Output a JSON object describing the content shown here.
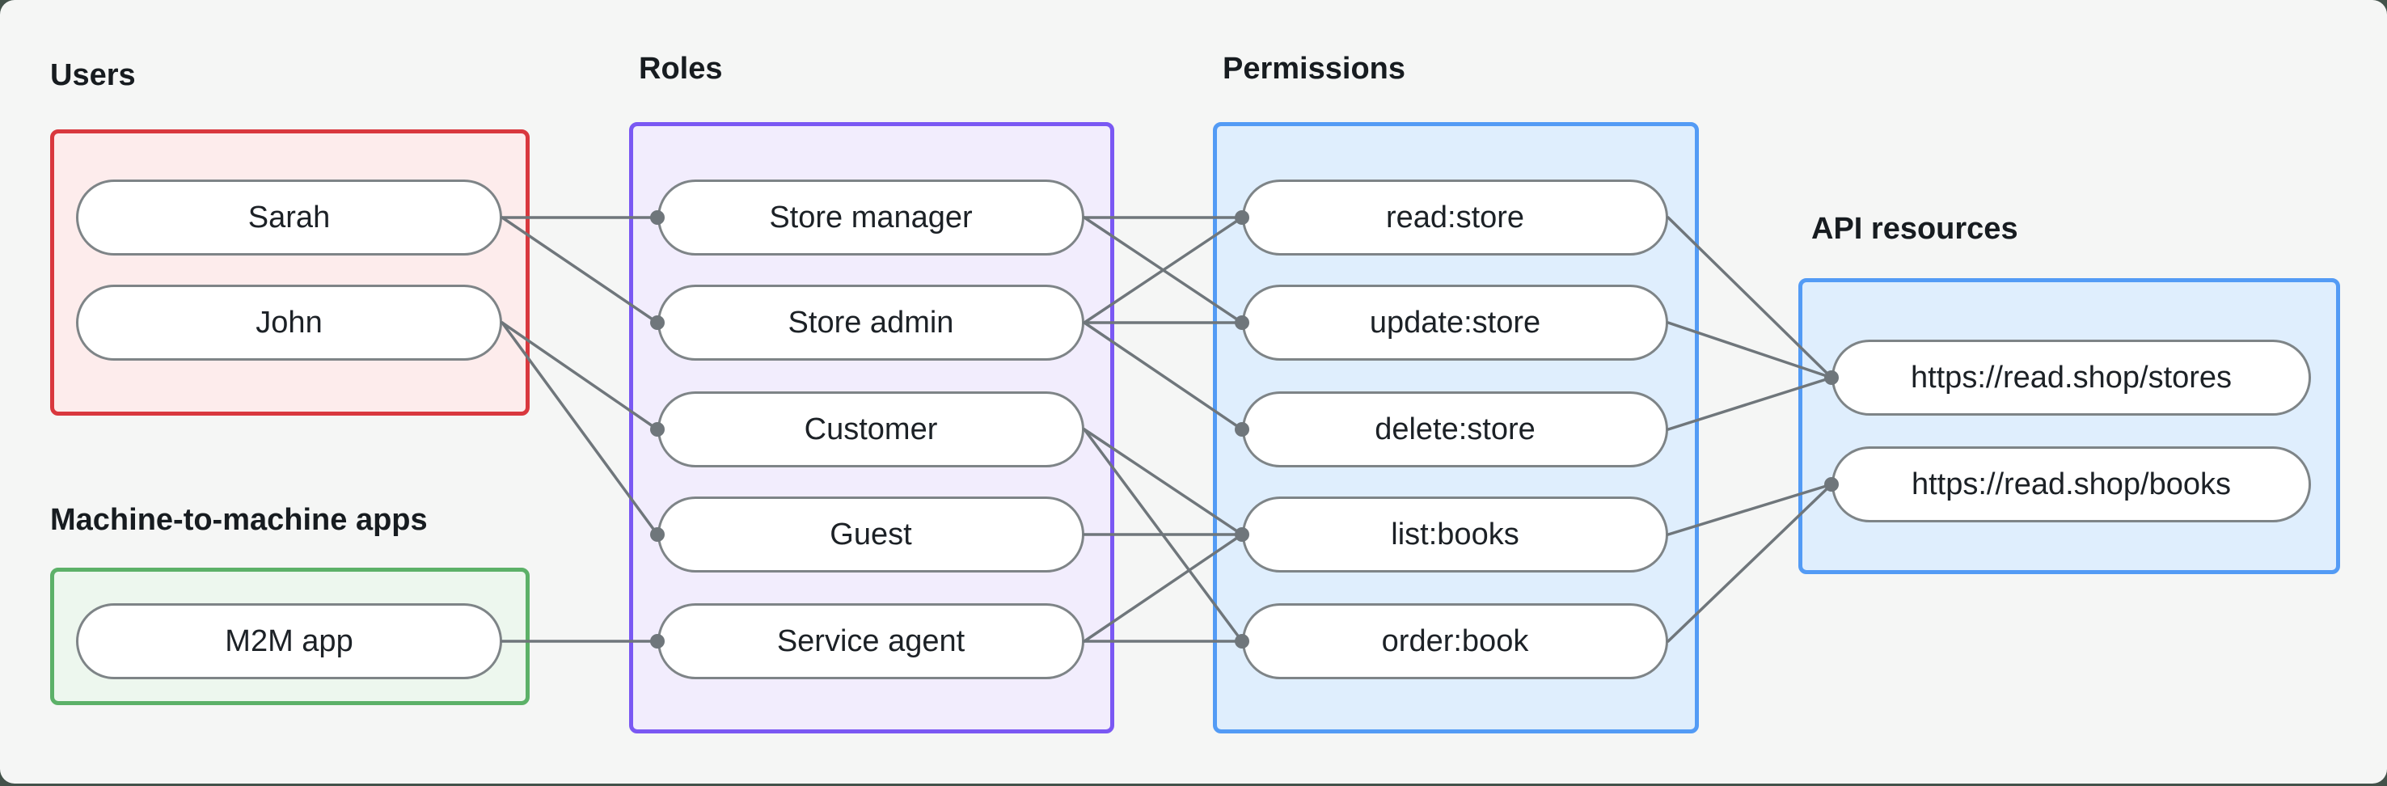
{
  "diagram": {
    "background_color": "#43524a",
    "panel_color": "#f5f6f5",
    "line_color": "#6f767b",
    "pill_border_color": "#7e8487",
    "groups": {
      "users": {
        "label": "Users",
        "border_color": "#d9383e",
        "fill_color": "#fdecec",
        "nodes": [
          {
            "id": "sarah",
            "label": "Sarah"
          },
          {
            "id": "john",
            "label": "John"
          }
        ]
      },
      "m2m": {
        "label": "Machine-to-machine apps",
        "border_color": "#5cb168",
        "fill_color": "#edf7ee",
        "nodes": [
          {
            "id": "m2m_app",
            "label": "M2M app"
          }
        ]
      },
      "roles": {
        "label": "Roles",
        "border_color": "#7a58f3",
        "fill_color": "#f2edfd",
        "nodes": [
          {
            "id": "store_manager",
            "label": "Store manager"
          },
          {
            "id": "store_admin",
            "label": "Store admin"
          },
          {
            "id": "customer",
            "label": "Customer"
          },
          {
            "id": "guest",
            "label": "Guest"
          },
          {
            "id": "service_agent",
            "label": "Service agent"
          }
        ]
      },
      "permissions": {
        "label": "Permissions",
        "border_color": "#539bf5",
        "fill_color": "#dfeefd",
        "nodes": [
          {
            "id": "read_store",
            "label": "read:store"
          },
          {
            "id": "update_store",
            "label": "update:store"
          },
          {
            "id": "delete_store",
            "label": "delete:store"
          },
          {
            "id": "list_books",
            "label": "list:books"
          },
          {
            "id": "order_book",
            "label": "order:book"
          }
        ]
      },
      "api_resources": {
        "label": "API resources",
        "border_color": "#539bf5",
        "fill_color": "#dfeefd",
        "nodes": [
          {
            "id": "stores",
            "label": "https://read.shop/stores"
          },
          {
            "id": "books",
            "label": "https://read.shop/books"
          }
        ]
      }
    },
    "edges": {
      "user_to_role": [
        [
          "sarah",
          "store_manager"
        ],
        [
          "sarah",
          "store_admin"
        ],
        [
          "john",
          "customer"
        ],
        [
          "john",
          "guest"
        ],
        [
          "m2m_app",
          "service_agent"
        ]
      ],
      "role_to_permission": [
        [
          "store_manager",
          "read_store"
        ],
        [
          "store_manager",
          "update_store"
        ],
        [
          "store_admin",
          "read_store"
        ],
        [
          "store_admin",
          "update_store"
        ],
        [
          "store_admin",
          "delete_store"
        ],
        [
          "customer",
          "list_books"
        ],
        [
          "customer",
          "order_book"
        ],
        [
          "guest",
          "list_books"
        ],
        [
          "service_agent",
          "list_books"
        ],
        [
          "service_agent",
          "order_book"
        ]
      ],
      "permission_to_resource": [
        [
          "read_store",
          "stores"
        ],
        [
          "update_store",
          "stores"
        ],
        [
          "delete_store",
          "stores"
        ],
        [
          "list_books",
          "books"
        ],
        [
          "order_book",
          "books"
        ]
      ]
    }
  }
}
